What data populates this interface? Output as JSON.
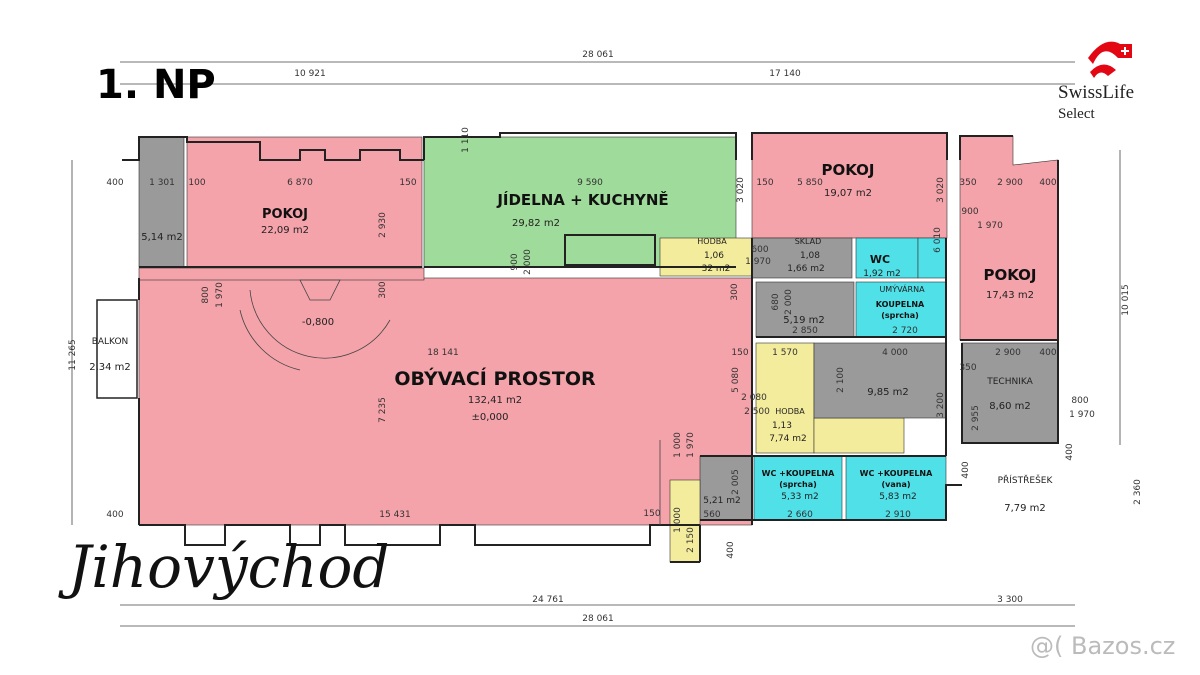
{
  "floor_label": "1. NP",
  "orientation": "Jihovýchod",
  "brand": {
    "name": "SwissLife",
    "sub": "Select",
    "color": "#e30613"
  },
  "watermark": "@( Bazos.cz",
  "colors": {
    "living": "#f5a3aa",
    "kitchen": "#9fdb9a",
    "bath": "#4fe0e8",
    "hall": "#f3ec9c",
    "service": "#9a9a9a"
  },
  "rooms": {
    "pokoj_left": {
      "name": "POKOJ",
      "area": "22,09 m2"
    },
    "kitchen": {
      "name": "JÍDELNA + KUCHYNĚ",
      "area": "29,82 m2"
    },
    "pokoj_top_right": {
      "name": "POKOJ",
      "area": "19,07 m2"
    },
    "pokoj_right": {
      "name": "POKOJ",
      "area": "17,43 m2"
    },
    "living": {
      "name": "OBÝVACÍ PROSTOR",
      "area": "132,41 m2",
      "level": "±0,000"
    },
    "balkon": {
      "name": "BALKON",
      "area": "2,34 m2"
    },
    "storage_left": {
      "area": "5,14 m2"
    },
    "hodba_top": {
      "name": "HODBA",
      "area": "1,06",
      "area2": "32 m2"
    },
    "sklad": {
      "name": "SKLAD",
      "area": "1,08",
      "area2": "1,66 m2"
    },
    "wc": {
      "name": "WC",
      "area": "1,92 m2"
    },
    "umyvarna": {
      "name": "UMÝVÁRNA"
    },
    "koupelna_sprcha_top": {
      "name": "KOUPELNA",
      "sub": "(sprcha)"
    },
    "room_519": {
      "area": "5,19 m2"
    },
    "room_985": {
      "area": "9,85 m2"
    },
    "technika": {
      "name": "TECHNIKA",
      "area": "8,60 m2"
    },
    "hodba_mid": {
      "name": "HODBA",
      "area": "1,13",
      "area2": "7,74 m2"
    },
    "wc_koupelna_sprcha": {
      "name": "WC +KOUPELNA",
      "sub": "(sprcha)",
      "area": "5,33 m2"
    },
    "wc_koupelna_vana": {
      "name": "WC +KOUPELNA",
      "sub": "(vana)",
      "area": "5,83 m2"
    },
    "room_521": {
      "area": "5,21 m2"
    },
    "pristresek": {
      "name": "PŘÍSTŘEŠEK",
      "area": "7,79 m2"
    }
  },
  "annotations": {
    "stair_level": "-0,800"
  },
  "dimensions": {
    "top_total": "28 061",
    "top_left": "10 921",
    "top_right": "17 140",
    "bottom_total": "28 061",
    "bottom_left": "24 761",
    "bottom_right": "3 300",
    "left_height": "11 265",
    "right_height": "10 015",
    "kitchen_width": "9 590",
    "pokoj_left_width": "6 870",
    "storage_width": "1 301",
    "pokoj_tr_width": "5 850",
    "pokoj_r_width": "2 900",
    "living_width": "18 141",
    "living_bottom": "15 431",
    "pokoj_left_height": "2 930",
    "living_height": "7 235",
    "pristresek_height": "2 360",
    "d400": "400",
    "d150": "150",
    "d100": "100",
    "d900": "900",
    "d2000": "2 000",
    "d1970": "1 970",
    "d1110": "1 110",
    "d3020": "3 020",
    "d4000": "4 000",
    "d2900": "2 900",
    "d3200": "3 200",
    "d1570": "1 570",
    "d2850": "2 850",
    "d2660": "2 660",
    "d2910": "2 910",
    "d2720": "2 720",
    "d2955": "2 955",
    "d5080": "5 080",
    "d2080": "2 080",
    "d2500": "2 500",
    "d800": "800",
    "d1000": "1 000",
    "d2150": "2 150",
    "d2005": "2 005",
    "d560": "560",
    "d350": "350",
    "d6010": "6 010",
    "d300": "300",
    "d600": "600",
    "d680": "680",
    "d2100": "2 100"
  }
}
